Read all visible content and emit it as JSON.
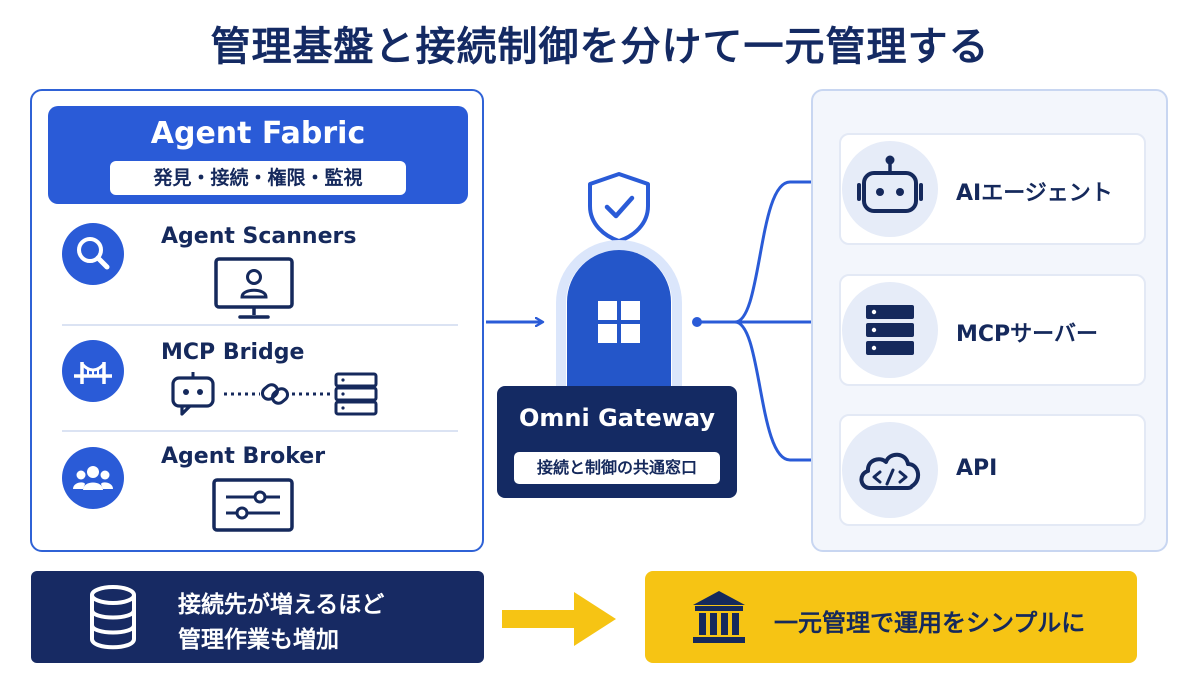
{
  "title": "管理基盤と接続制御を分けて一元管理する",
  "fabric": {
    "title": "Agent Fabric",
    "subtitle": "発見・接続・権限・監視",
    "items": [
      {
        "label": "Agent Scanners",
        "icon": "search-icon"
      },
      {
        "label": "MCP Bridge",
        "icon": "bridge-icon"
      },
      {
        "label": "Agent Broker",
        "icon": "users-icon"
      }
    ]
  },
  "gateway": {
    "title": "Omni Gateway",
    "subtitle": "接続と制御の共通窓口"
  },
  "targets": [
    {
      "label": "AIエージェント",
      "icon": "robot-icon"
    },
    {
      "label": "MCPサーバー",
      "icon": "server-icon"
    },
    {
      "label": "API",
      "icon": "cloud-code-icon"
    }
  ],
  "bottom": {
    "problem_line1": "接続先が増えるほど",
    "problem_line2": "管理作業も増加",
    "solution": "一元管理で運用をシンプルに"
  },
  "colors": {
    "primary": "#2a5bd7",
    "navy": "#142a63",
    "accent_yellow": "#f6c414",
    "panel_bg": "#f3f6fc"
  }
}
